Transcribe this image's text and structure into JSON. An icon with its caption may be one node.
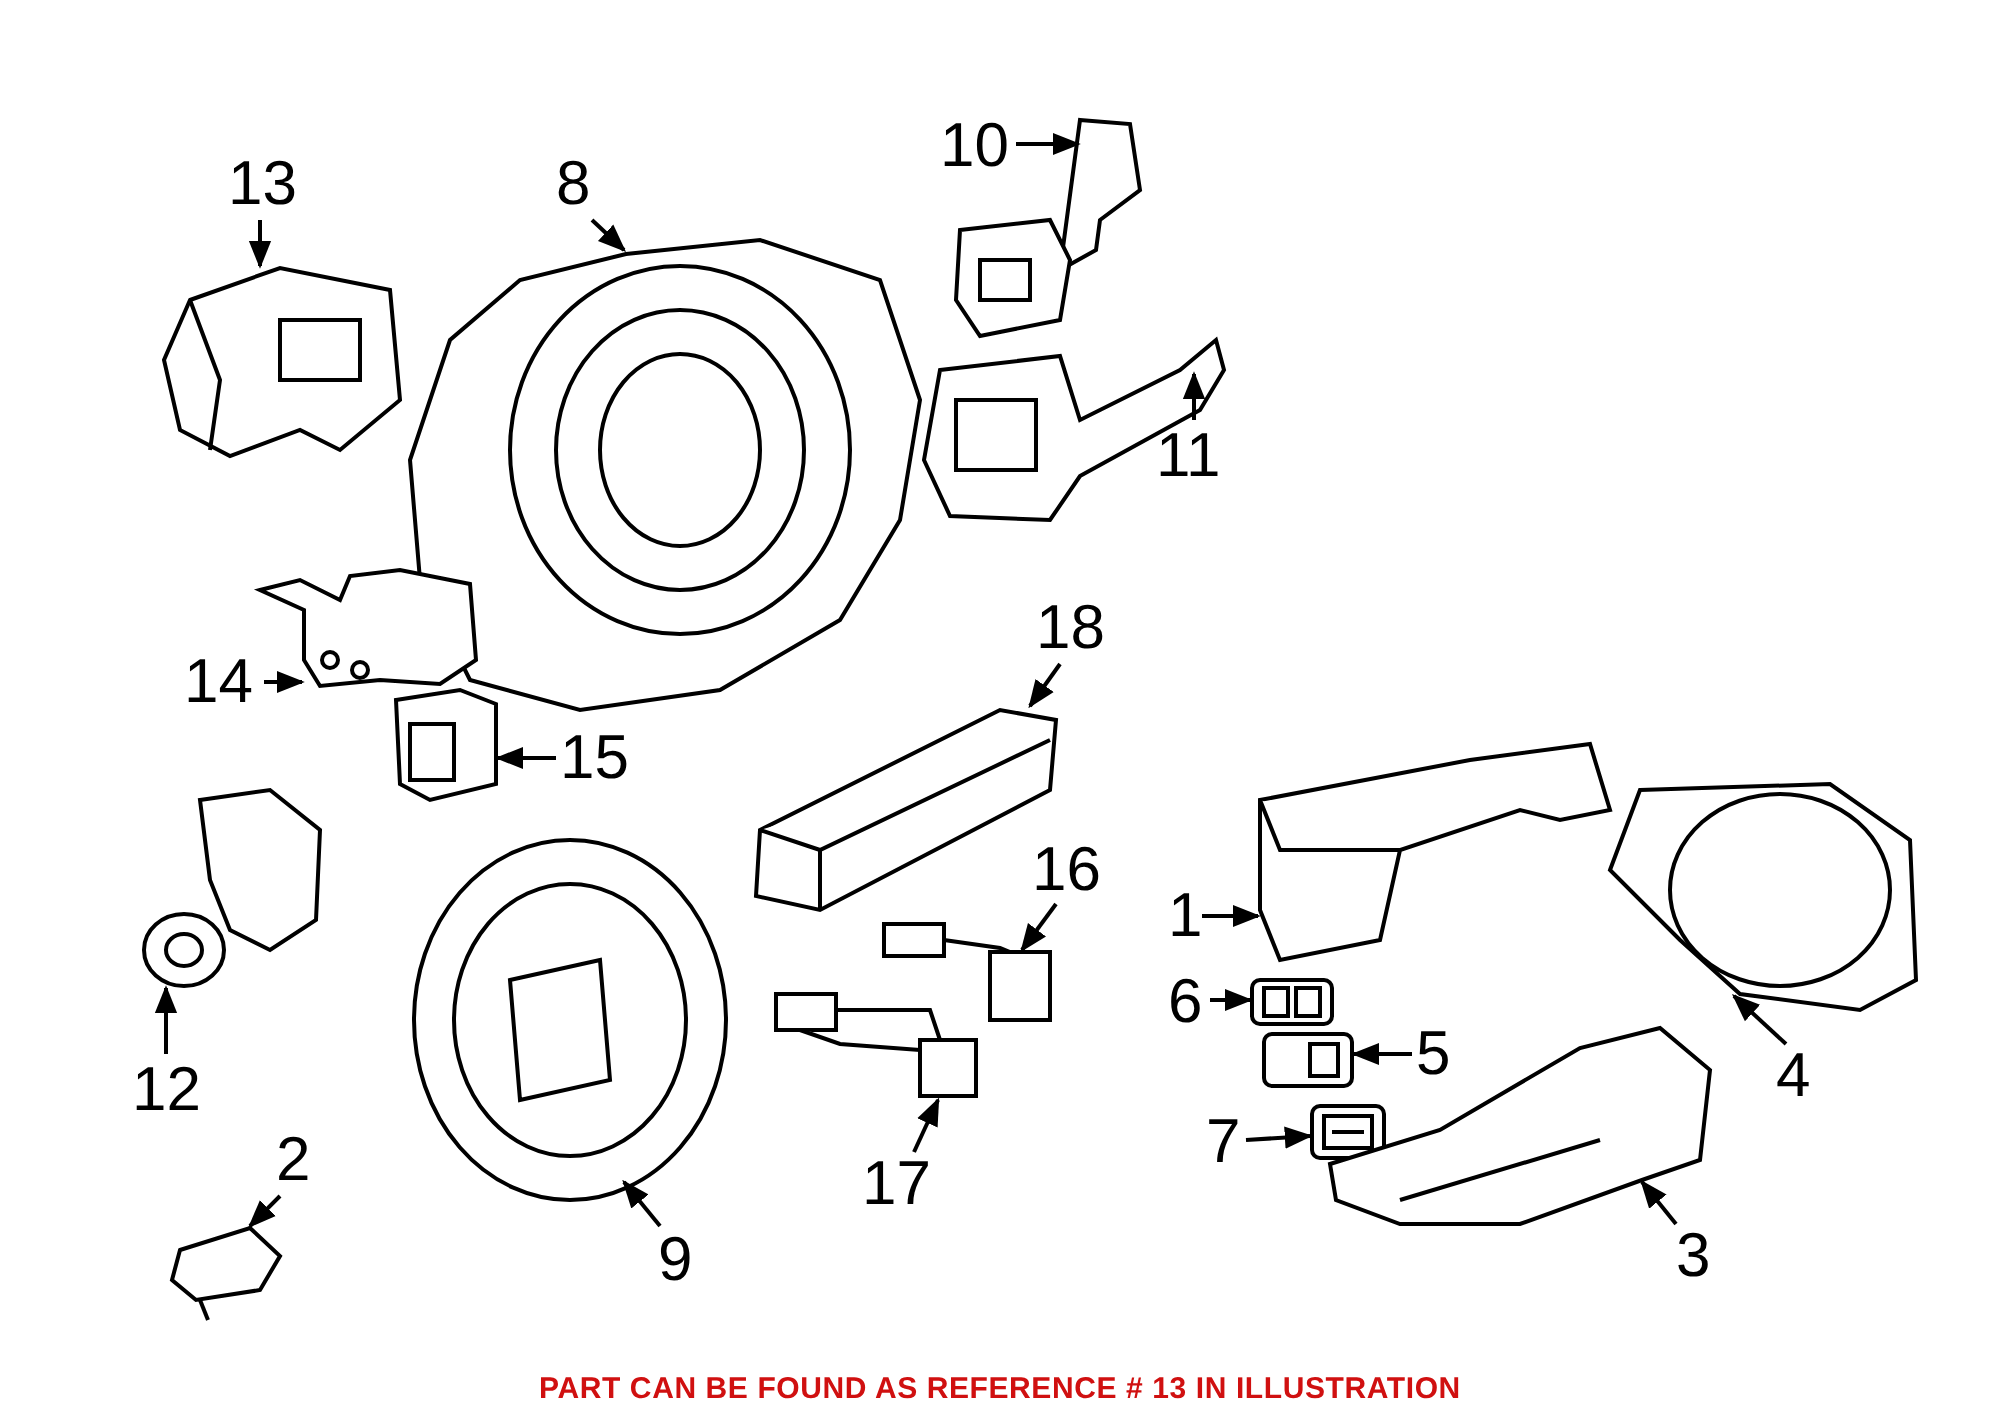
{
  "diagram": {
    "caption": "PART CAN BE FOUND AS REFERENCE # 13 IN ILLUSTRATION",
    "nodes": [
      {
        "text": [
          "13"
        ]
      },
      {
        "text": [
          "8"
        ]
      },
      {
        "text": [
          "10"
        ]
      },
      {
        "text": [
          "11"
        ]
      },
      {
        "text": [
          "14"
        ]
      },
      {
        "text": [
          "18"
        ]
      },
      {
        "text": [
          "15"
        ]
      },
      {
        "text": [
          "16"
        ]
      },
      {
        "text": [
          "1"
        ]
      },
      {
        "text": [
          "12"
        ]
      },
      {
        "text": [
          "6"
        ]
      },
      {
        "text": [
          "5"
        ]
      },
      {
        "text": [
          "4"
        ]
      },
      {
        "text": [
          "7"
        ]
      },
      {
        "text": [
          "17"
        ]
      },
      {
        "text": [
          "2"
        ]
      },
      {
        "text": [
          "9"
        ]
      },
      {
        "text": [
          "3"
        ]
      },
      {
        "text": [],
        "shape": "picture"
      },
      {
        "text": [],
        "shape": "picture"
      },
      {
        "text": [],
        "shape": "picture"
      },
      {
        "text": [],
        "shape": "picture"
      },
      {
        "text": [],
        "shape": "picture"
      },
      {
        "text": [],
        "shape": "picture"
      },
      {
        "text": [],
        "shape": "picture"
      },
      {
        "text": [],
        "shape": "picture"
      },
      {
        "text": [],
        "shape": "picture"
      },
      {
        "text": [],
        "shape": "picture"
      },
      {
        "text": [],
        "shape": "picture"
      },
      {
        "text": [],
        "shape": "picture"
      },
      {
        "text": [],
        "shape": "picture"
      },
      {
        "text": [],
        "shape": "picture"
      },
      {
        "text": [],
        "shape": "picture"
      },
      {
        "text": [],
        "shape": "picture"
      },
      {
        "text": [],
        "shape": "picture"
      },
      {
        "text": [],
        "shape": "picture"
      }
    ],
    "edges": [
      {
        "from": 0,
        "to": 18,
        "arrow": "to"
      },
      {
        "from": 1,
        "to": 19,
        "arrow": "to"
      },
      {
        "from": 2,
        "to": 20,
        "arrow": "to"
      },
      {
        "from": 3,
        "to": 21,
        "arrow": "to"
      },
      {
        "from": 4,
        "to": 22,
        "arrow": "to"
      },
      {
        "from": 5,
        "to": 23,
        "arrow": "to"
      },
      {
        "from": 6,
        "to": 24,
        "arrow": "to"
      },
      {
        "from": 7,
        "to": 25,
        "arrow": "to"
      },
      {
        "from": 8,
        "to": 26,
        "arrow": "to"
      },
      {
        "from": 9,
        "to": 27,
        "arrow": "to"
      },
      {
        "from": 10,
        "to": 28,
        "arrow": "to"
      },
      {
        "from": 11,
        "to": 29,
        "arrow": "to"
      },
      {
        "from": 12,
        "to": 30,
        "arrow": "to"
      },
      {
        "from": 13,
        "to": 31,
        "arrow": "to"
      },
      {
        "from": 14,
        "to": 32,
        "arrow": "to"
      },
      {
        "from": 15,
        "to": 33,
        "arrow": "to"
      },
      {
        "from": 16,
        "to": 34,
        "arrow": "to"
      },
      {
        "from": 17,
        "to": 35,
        "arrow": "to"
      }
    ]
  }
}
